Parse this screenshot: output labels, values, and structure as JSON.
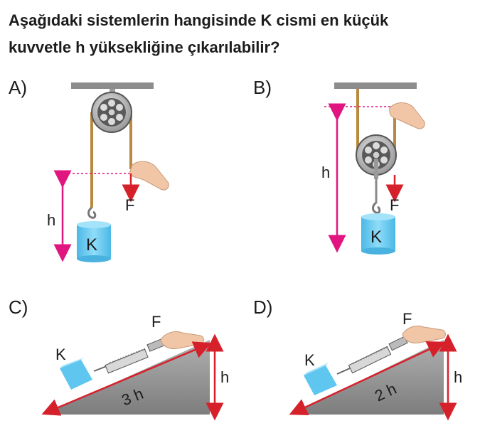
{
  "question": {
    "line1": "Aşağıdaki sistemlerin hangisinde K cismi en küçük",
    "line2": "kuvvetle h yüksekliğine çıkarılabilir?"
  },
  "options": [
    {
      "letter": "A)",
      "body_label": "K",
      "force_label": "F",
      "height_label": "h"
    },
    {
      "letter": "B)",
      "body_label": "K",
      "force_label": "F",
      "height_label": "h"
    },
    {
      "letter": "C)",
      "body_label": "K",
      "force_label": "F",
      "height_label": "h",
      "length_label": "3 h"
    },
    {
      "letter": "D)",
      "body_label": "K",
      "force_label": "F",
      "height_label": "h",
      "length_label": "2 h"
    }
  ],
  "colors": {
    "arrow_magenta": "#e0157f",
    "arrow_red": "#d6212b",
    "block_blue": "#5fc6ef",
    "incline_gray": "#9a9a9a",
    "rope": "#b8893f"
  }
}
